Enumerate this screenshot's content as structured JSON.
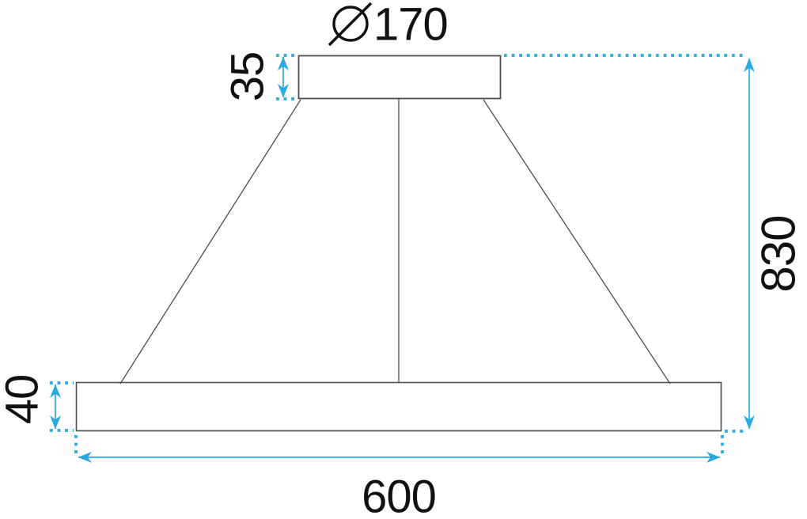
{
  "labels": {
    "canopy_diameter": "⌀170",
    "canopy_diameter_digits": "170",
    "canopy_height": "35",
    "overall_drop": "830",
    "bar_height": "40",
    "bar_width": "600"
  },
  "icons": {
    "diameter_symbol": "⌀"
  },
  "colors": {
    "dimension_accent": "#29a9e1",
    "outline": "#4d4d4d",
    "canopy_fill": "#eeeeee",
    "text": "#111111",
    "background": "#ffffff"
  }
}
